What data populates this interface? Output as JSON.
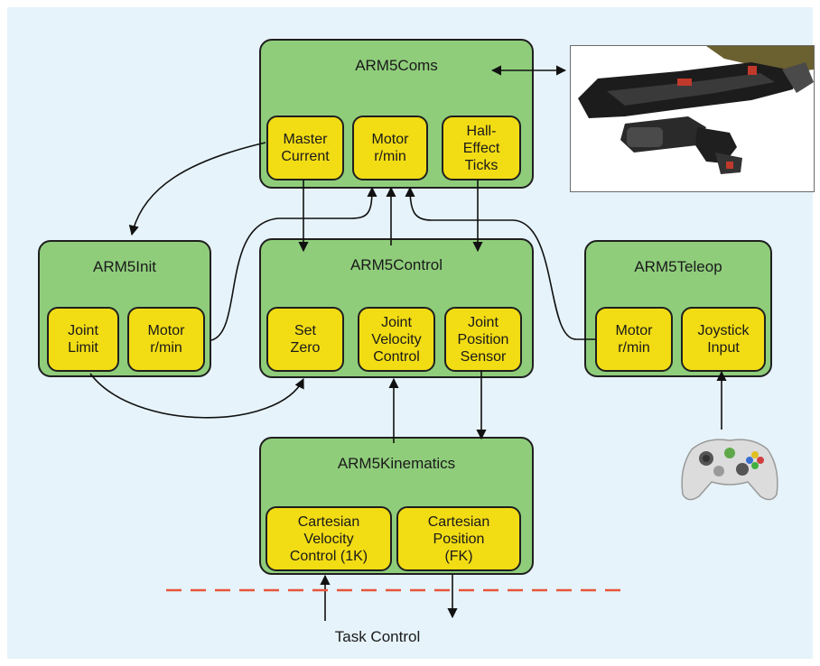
{
  "modules": {
    "arm5coms": {
      "title": "ARM5Coms",
      "master_current": "Master\nCurrent",
      "motor_rmin": "Motor\nr/min",
      "hall_effect": "Hall-\nEffect\nTicks"
    },
    "arm5init": {
      "title": "ARM5Init",
      "joint_limit": "Joint\nLimit",
      "motor_rmin": "Motor\nr/min"
    },
    "arm5control": {
      "title": "ARM5Control",
      "set_zero": "Set\nZero",
      "joint_velocity": "Joint\nVelocity\nControl",
      "joint_position": "Joint\nPosition\nSensor"
    },
    "arm5teleop": {
      "title": "ARM5Teleop",
      "motor_rmin": "Motor\nr/min",
      "joystick_input": "Joystick\nInput"
    },
    "arm5kinematics": {
      "title": "ARM5Kinematics",
      "cartesian_velocity": "Cartesian\nVelocity\nControl (1K)",
      "cartesian_position": "Cartesian\nPosition\n(FK)"
    }
  },
  "task_control_label": "Task Control",
  "colors": {
    "background": "#e6f3fa",
    "module_fill": "#8fcd7b",
    "submodule_fill": "#f2dc14",
    "boundary_line": "#e8553a"
  }
}
